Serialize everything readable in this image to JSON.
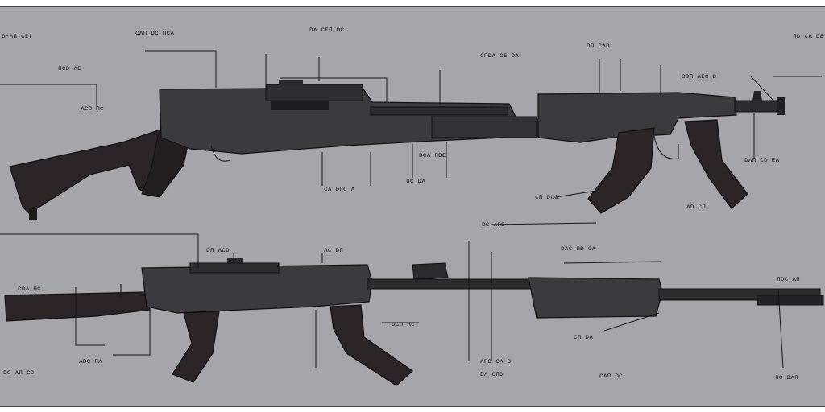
{
  "image_kind": "annotated rifle diagram with illegible pseudo-text callouts",
  "colors": {
    "sheet": "#a6a6aa",
    "metal": "#3b3b3e",
    "metal_dark": "#1f1f21",
    "wood": "#2a2426",
    "ink": "#141414"
  },
  "figures": [
    {
      "name": "upper-rifle",
      "callouts": [
        {
          "id": "u1",
          "text": "ᴅ‑ᴧᴨ ᴄᴇᴦ"
        },
        {
          "id": "u2",
          "text": "ᴄᴧᴨ ᴅᴄ ᴨᴄᴧ"
        },
        {
          "id": "u3",
          "text": "ᴅᴧ ᴄᴇᴨ ᴅᴄ"
        },
        {
          "id": "u4",
          "text": "ᴨᴄᴅ ᴧᴇ"
        },
        {
          "id": "u5",
          "text": "ᴄᴨᴅᴧ ᴄᴇ ᴅᴧ"
        },
        {
          "id": "u6",
          "text": "ᴅᴨ ᴄᴧᴅ"
        },
        {
          "id": "u7",
          "text": "ᴄᴅᴨ ᴧᴇᴄ ᴅ"
        },
        {
          "id": "u8",
          "text": "ᴨᴅ ᴄᴧ ᴅᴇ"
        },
        {
          "id": "u9",
          "text": "ᴧᴄᴅ ᴨᴄ"
        },
        {
          "id": "u10",
          "text": "ᴅᴄᴧ ᴨᴅᴇ"
        },
        {
          "id": "u11",
          "text": "ᴄᴧ ᴅᴨᴄ ᴧ"
        },
        {
          "id": "u12",
          "text": "ᴨᴄ ᴅᴧ"
        },
        {
          "id": "u13",
          "text": "ᴅᴧᴨ ᴄᴅ ᴇᴧ"
        },
        {
          "id": "u14",
          "text": "ᴄᴨ ᴅᴧᴄ"
        },
        {
          "id": "u15",
          "text": "ᴧᴅ ᴄᴨ"
        },
        {
          "id": "u16",
          "text": "ᴅᴄ ᴧᴨᴅ"
        }
      ]
    },
    {
      "name": "lower-rifle",
      "callouts": [
        {
          "id": "l1",
          "text": "ᴄᴅᴧ ᴨᴄ"
        },
        {
          "id": "l2",
          "text": "ᴅᴨ ᴧᴄᴅ"
        },
        {
          "id": "l3",
          "text": "ᴧᴄ ᴅᴨ"
        },
        {
          "id": "l4",
          "text": "ᴅᴧᴄ ᴨᴅ ᴄᴧ"
        },
        {
          "id": "l5",
          "text": "ᴨᴅᴄ ᴧᴨ"
        },
        {
          "id": "l6",
          "text": "ᴄᴨ ᴅᴧ"
        },
        {
          "id": "l7",
          "text": "ᴅᴄᴨ ᴧᴄ"
        },
        {
          "id": "l8",
          "text": "ᴧᴨᴅ ᴄᴧ ᴅ"
        },
        {
          "id": "l9",
          "text": "ᴅᴧ ᴄᴨᴅ"
        },
        {
          "id": "l10",
          "text": "ᴄᴧᴨ ᴅᴄ"
        },
        {
          "id": "l11",
          "text": "ᴨᴄ ᴅᴧᴨ"
        },
        {
          "id": "l12",
          "text": "ᴅᴄ ᴧᴨ ᴄᴅ"
        },
        {
          "id": "l13",
          "text": "ᴧᴅᴄ ᴨᴧ"
        }
      ]
    }
  ]
}
